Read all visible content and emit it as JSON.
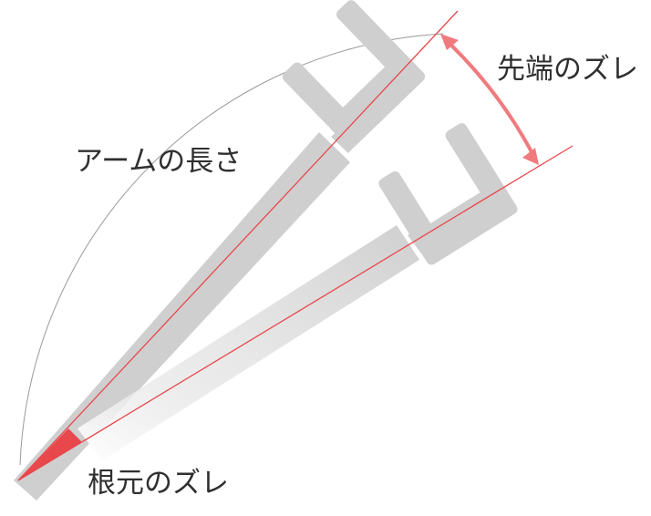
{
  "labels": {
    "arm_length": "アームの長さ",
    "tip_deviation": "先端のズレ",
    "root_deviation": "根元のズレ"
  },
  "colors": {
    "arm_gray": "#cfcfcf",
    "arm_edge": "#bdbdbd",
    "accent_red": "#e8474c",
    "accent_red_soft": "#f07b7f",
    "arc_line": "#9a9a9a",
    "text": "#2f2f2f"
  }
}
